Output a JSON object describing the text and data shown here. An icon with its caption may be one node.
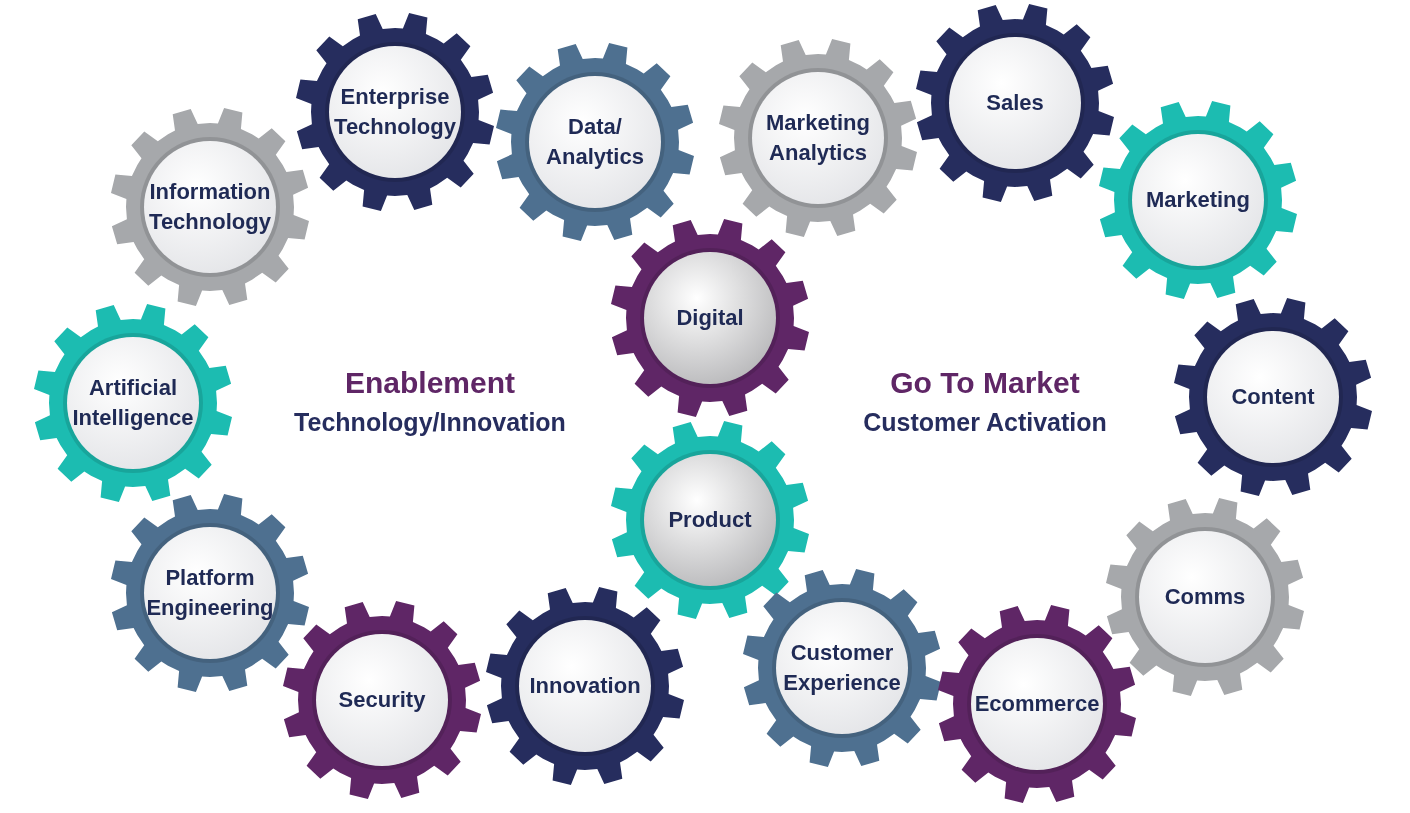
{
  "diagram": {
    "nodes": [
      {
        "text": [
          "Information Technology"
        ]
      },
      {
        "text": [
          "Enterprise Technology"
        ]
      },
      {
        "text": [
          "Data/ Analytics"
        ]
      },
      {
        "text": [
          "Marketing Analytics"
        ]
      },
      {
        "text": [
          "Sales"
        ]
      },
      {
        "text": [
          "Marketing"
        ]
      },
      {
        "text": [
          "Digital"
        ]
      },
      {
        "text": [
          "Content"
        ]
      },
      {
        "text": [
          "Artificial Intelligence"
        ]
      },
      {
        "text": [
          "Product"
        ]
      },
      {
        "text": [
          "Platform Engineering"
        ]
      },
      {
        "text": [
          "Comms"
        ]
      },
      {
        "text": [
          "Customer Experience"
        ]
      },
      {
        "text": [
          "Security"
        ]
      },
      {
        "text": [
          "Innovation"
        ]
      },
      {
        "text": [
          "Ecommerce"
        ]
      }
    ],
    "edges": [],
    "labels": [
      "Enablement",
      "Technology/Innovation",
      "Go To Market",
      "Customer Activation"
    ]
  }
}
